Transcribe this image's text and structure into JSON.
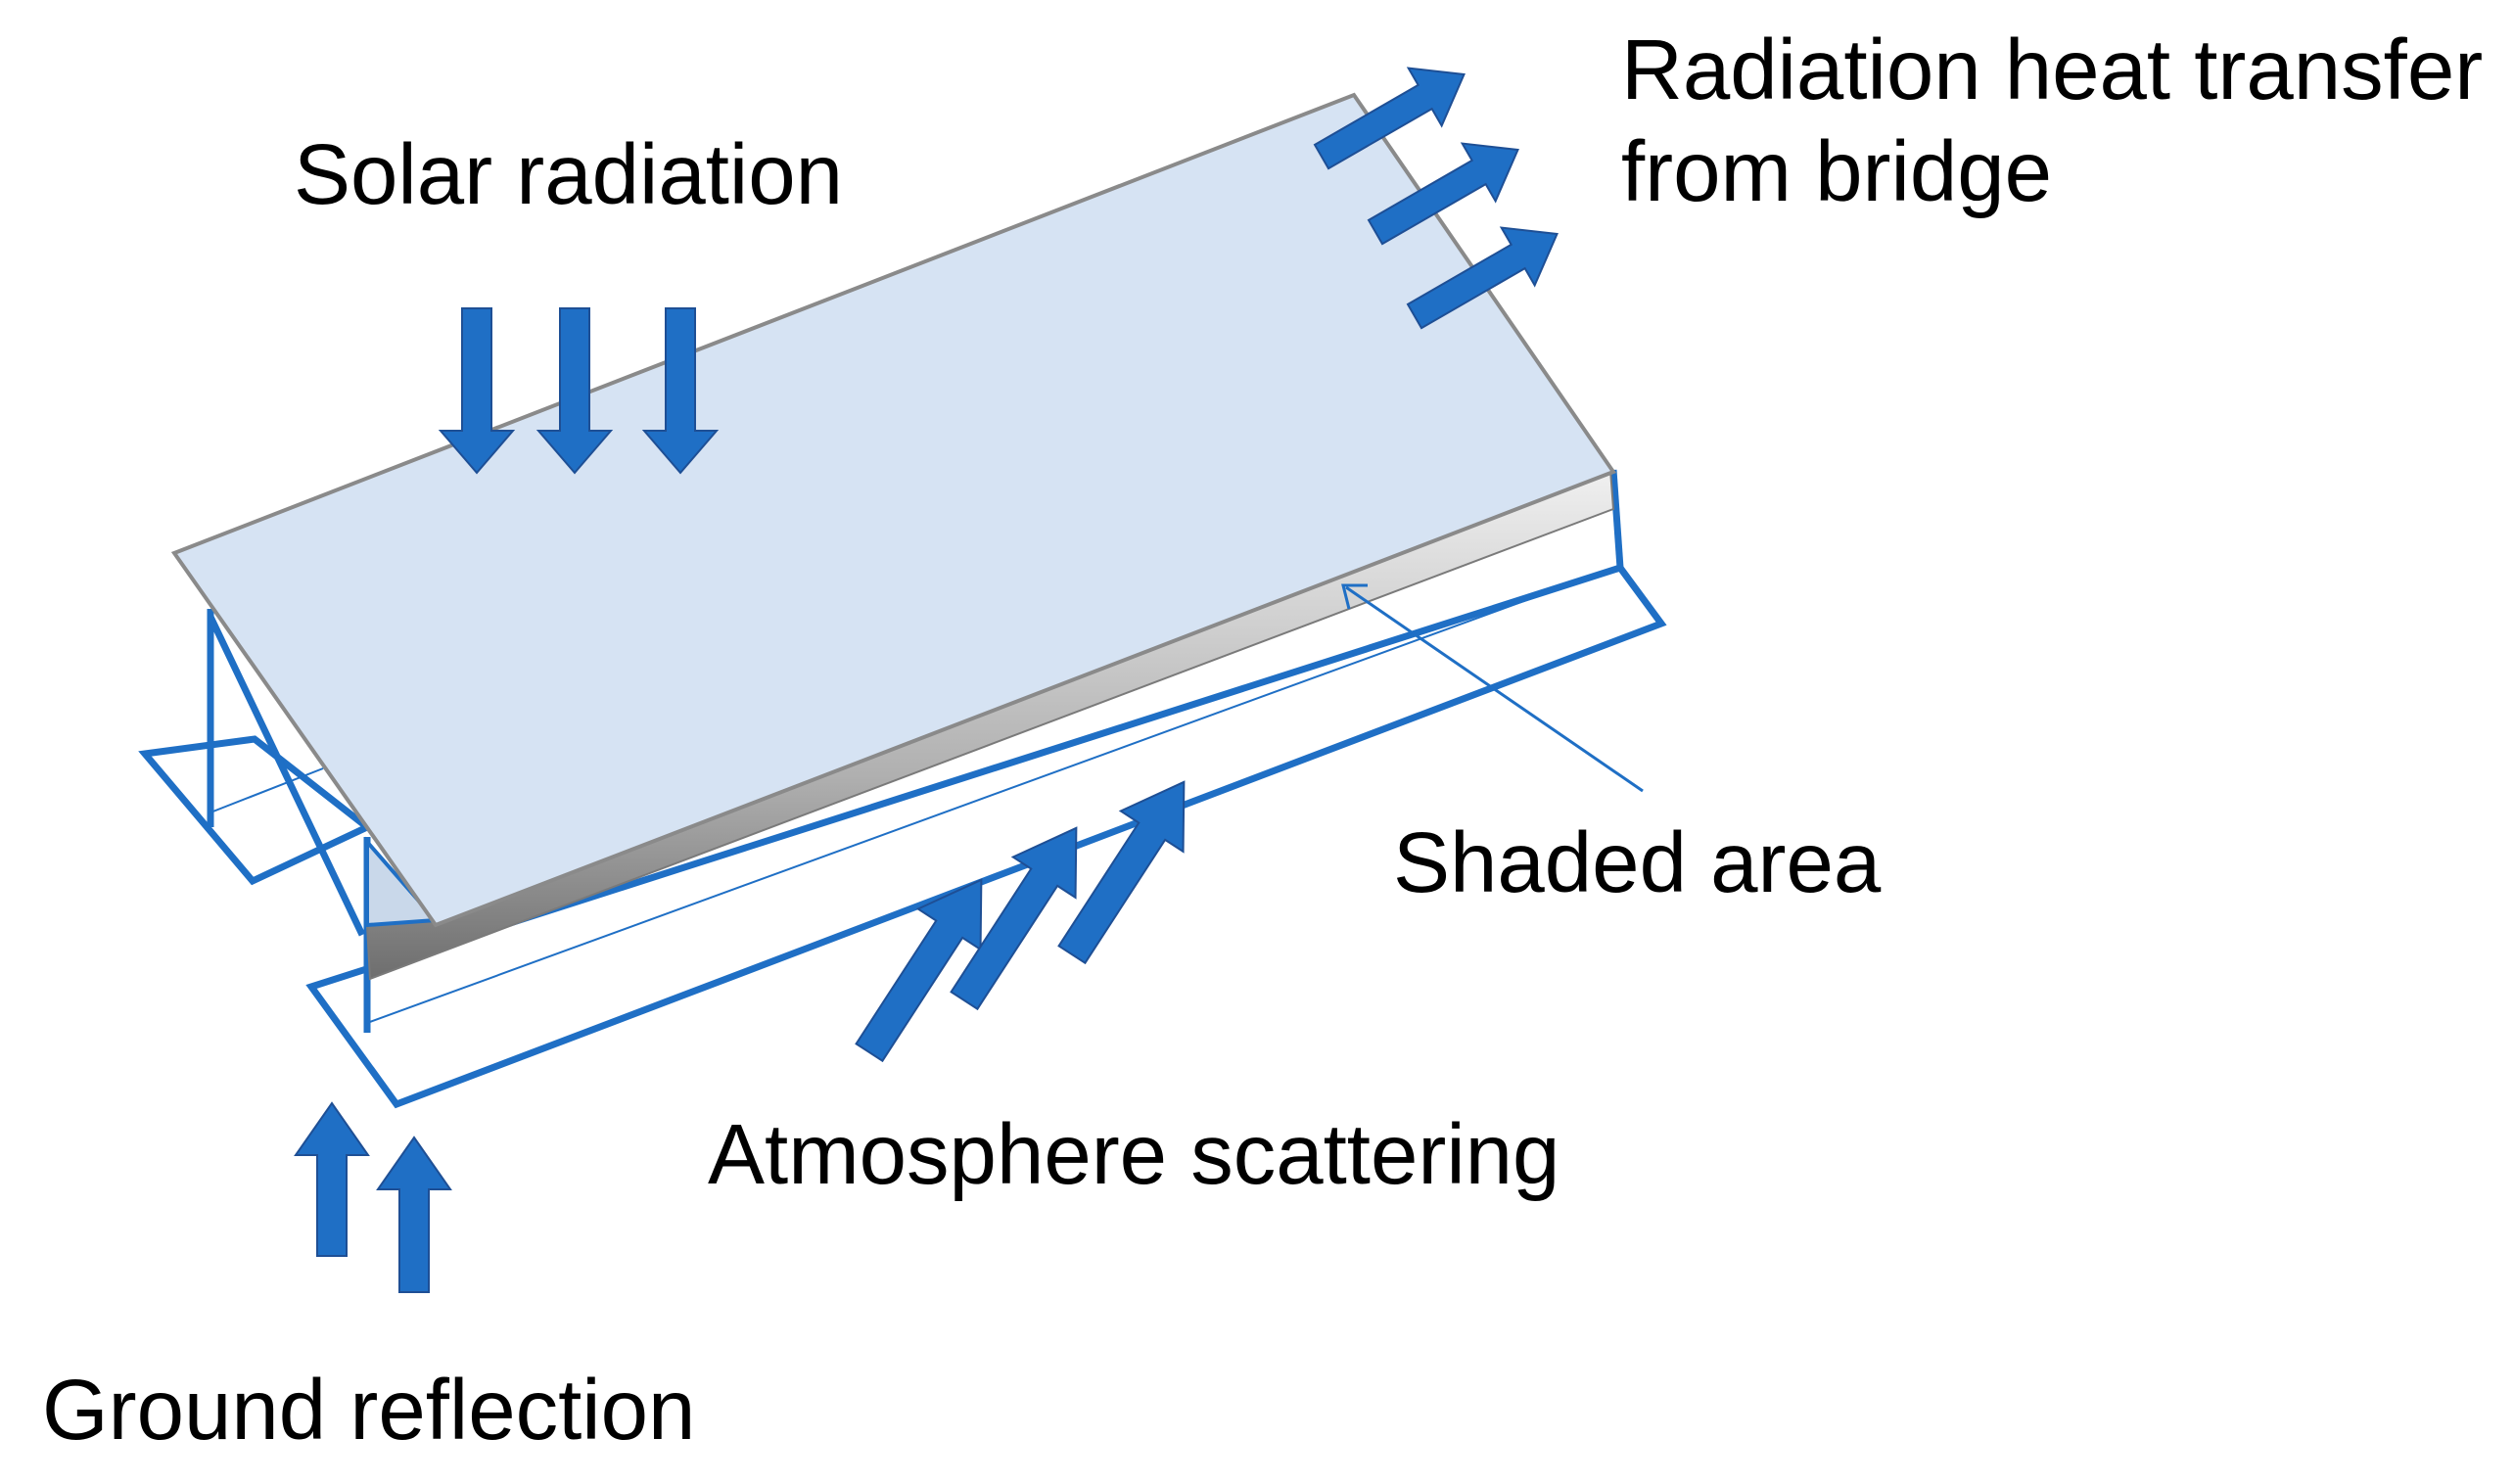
{
  "labels": {
    "solar_radiation": "Solar radiation",
    "radiation_heat_transfer_line1": "Radiation heat transfer",
    "radiation_heat_transfer_line2": "from bridge",
    "shaded_area": "Shaded area",
    "atmosphere_scattering": "Atmosphere scattering",
    "ground_reflection": "Ground reflection"
  },
  "colors": {
    "deck_fill": "#d6e3f3",
    "deck_edge": "#808080",
    "girder_blue": "#1f6fc5",
    "arrow_blue": "#1f6fc5",
    "shadow_gray": "#8a8a8a"
  },
  "icons": {
    "solar_arrows": "arrow-down",
    "radiation_arrows": "arrow-up-right",
    "atmosphere_arrows": "arrow-up-right",
    "ground_arrows": "arrow-up"
  }
}
